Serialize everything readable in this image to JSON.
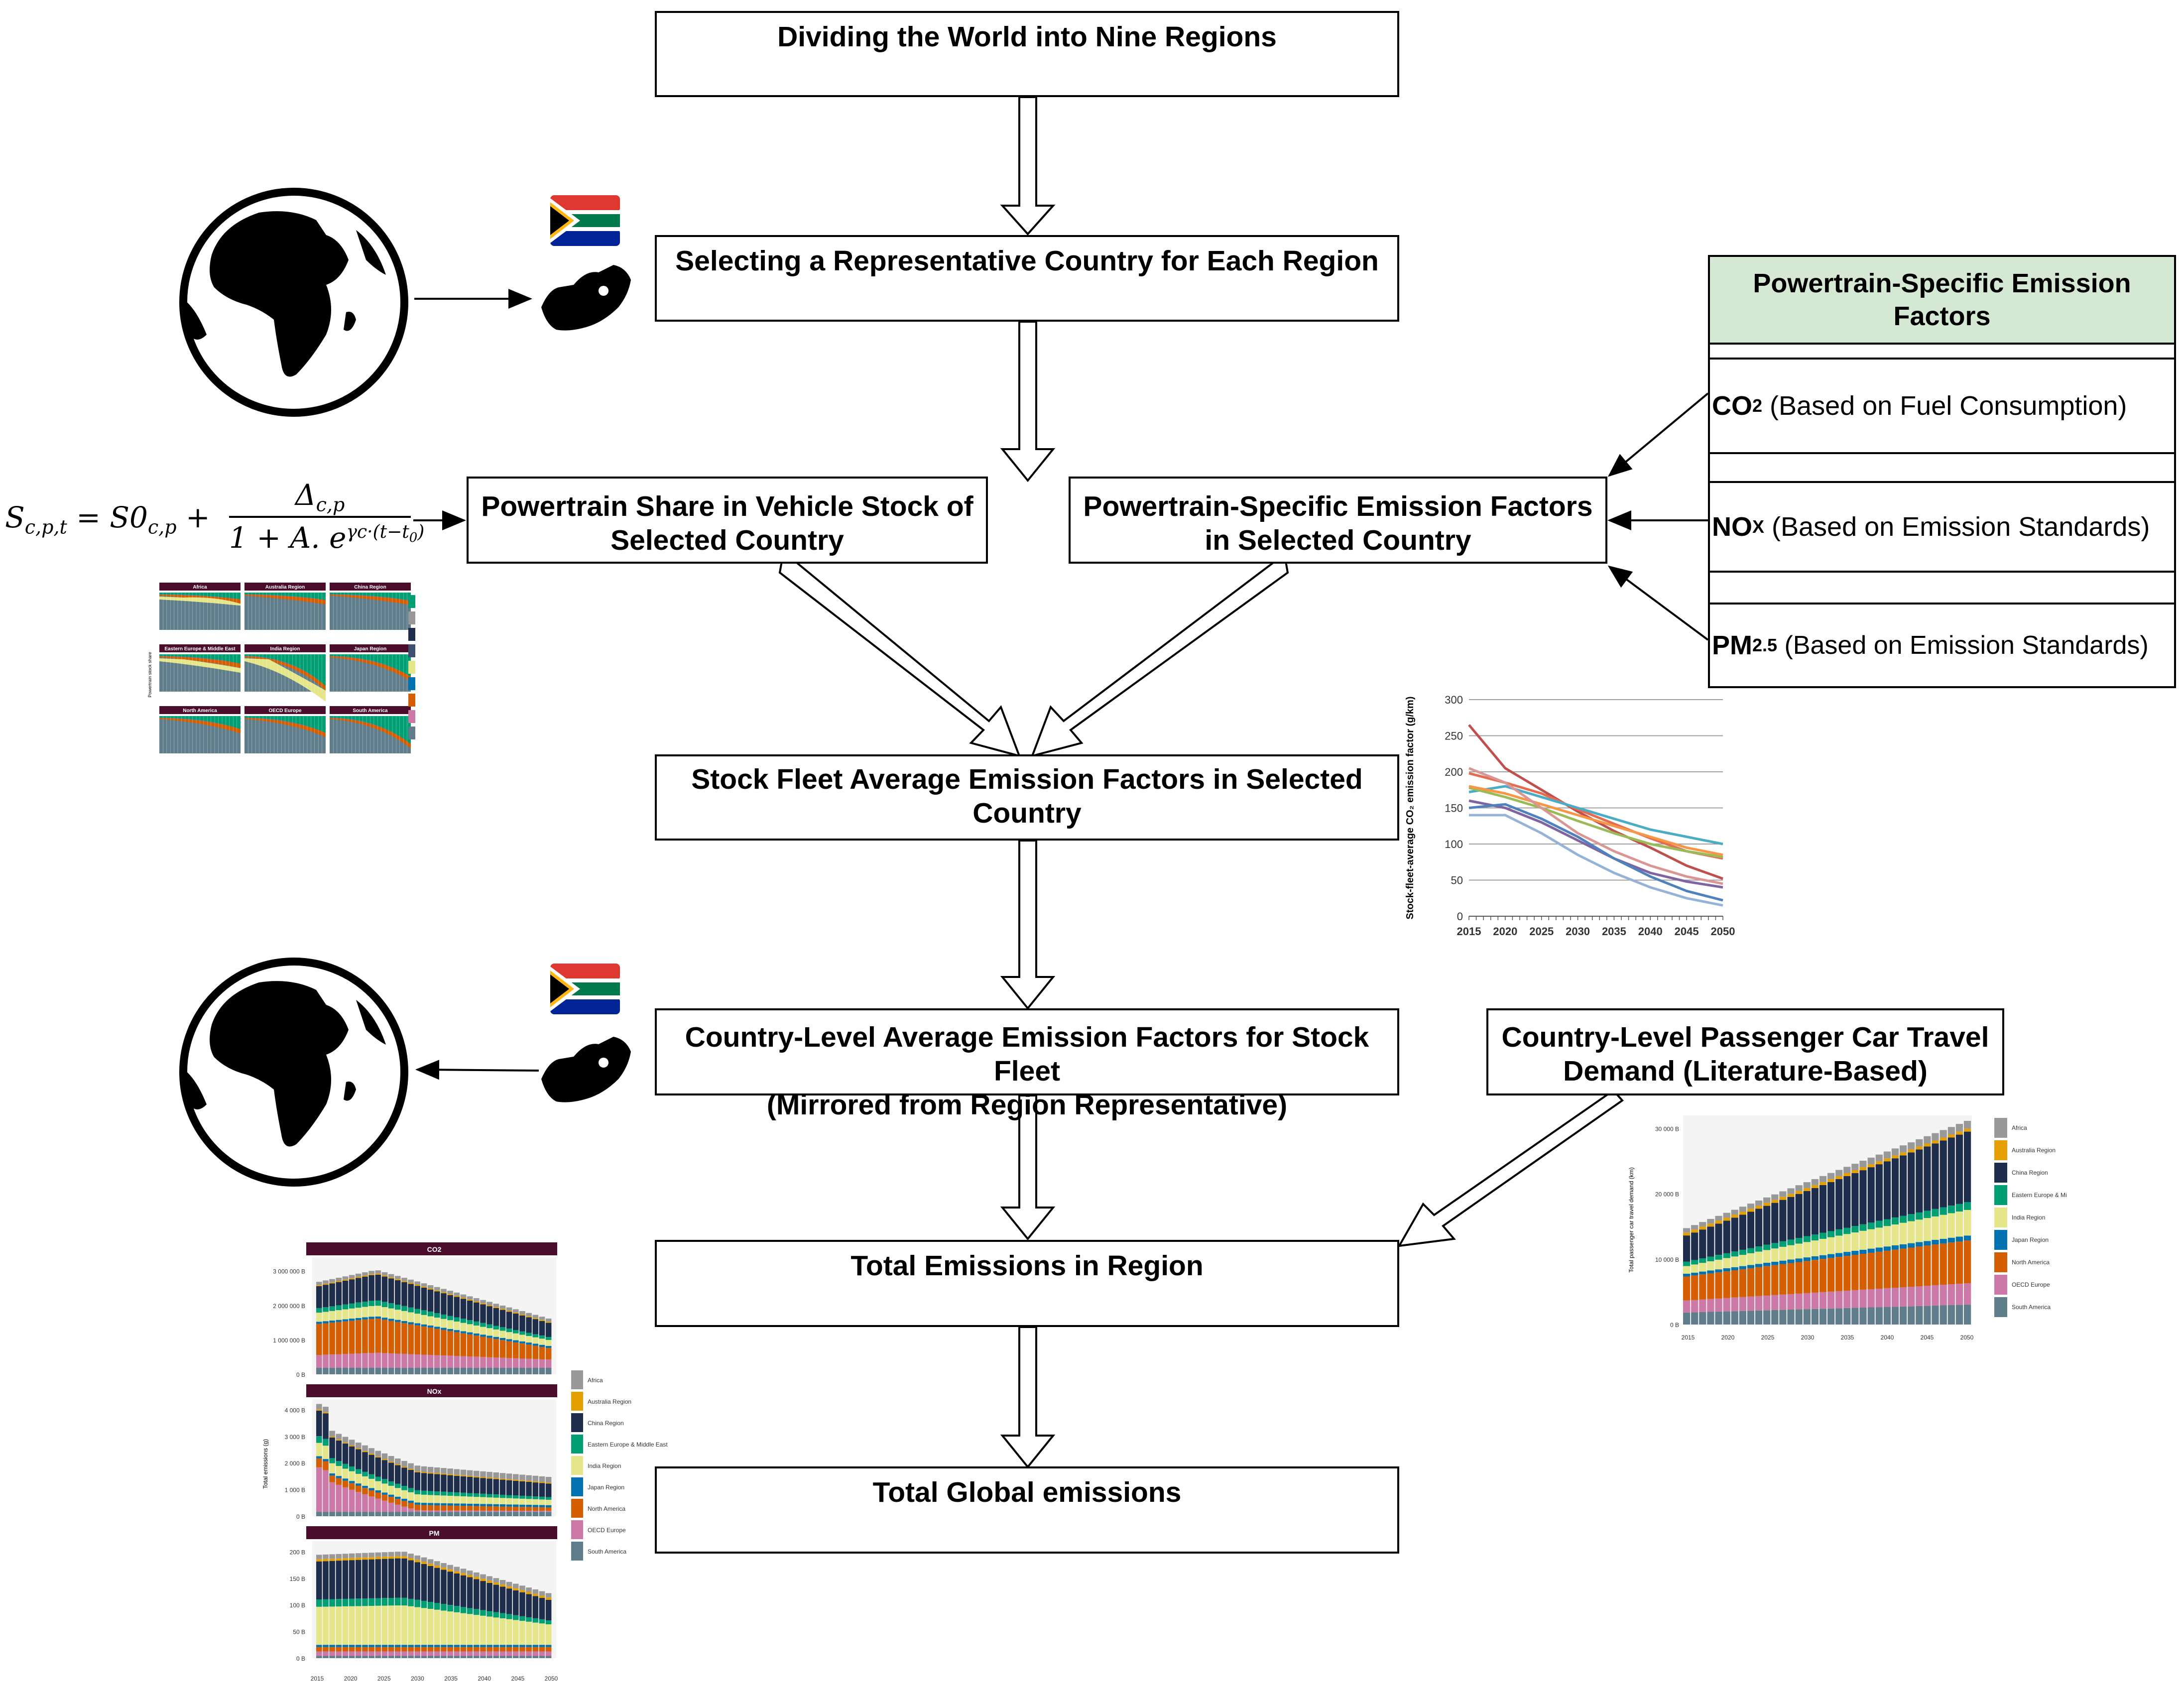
{
  "flow": {
    "step1": "Dividing the World into Nine Regions",
    "step2": "Selecting a Representative Country for Each Region",
    "step3a_line1": "Powertrain Share in Vehicle Stock of",
    "step3a_line2": "Selected Country",
    "step3b_line1": "Powertrain-Specific Emission Factors",
    "step3b_line2": "in Selected Country",
    "step4_line1": "Stock Fleet Average Emission Factors in Selected",
    "step4_line2": "Country",
    "step5_line1": "Country-Level Average Emission Factors for Stock Fleet",
    "step5_line2": "(Mirrored from Region Representative)",
    "travel_line1": "Country-Level Passenger Car Travel",
    "travel_line2": "Demand (Literature-Based)",
    "step6": "Total Emissions in Region",
    "step7": "Total Global emissions"
  },
  "factors_panel": {
    "title_line1": "Powertrain-Specific Emission",
    "title_line2": "Factors",
    "co2_label": "CO",
    "co2_sub": "2",
    "co2_text": " (Based on Fuel Consumption)",
    "nox_label": "NO",
    "nox_sub": "X",
    "nox_text": " (Based on Emission Standards)",
    "pm_label": "PM",
    "pm_sub": "2.5",
    "pm_text": " (Based on Emission Standards)"
  },
  "formula": {
    "lhs": "S",
    "lhs_sub": "c,p,t",
    "eq": " = S0",
    "s0_sub": "c,p",
    "plus": " + ",
    "numerator": "Δ",
    "num_sub": "c,p",
    "denominator": "1 + A. e",
    "exponent": "γ",
    "exp_rest": "c·(t−t",
    "exp_end": "0",
    "exp_close": ")"
  },
  "chart_data": [
    {
      "type": "line",
      "ylabel": "Stock-fleet-average CO₂ emission factor (g/km)",
      "x": [
        2015,
        2020,
        2025,
        2030,
        2035,
        2040,
        2045,
        2050
      ],
      "xticks": [
        "2015",
        "2020",
        "2025",
        "2030",
        "2035",
        "2040",
        "2045",
        "2050"
      ],
      "yticks": [
        "0",
        "50",
        "100",
        "150",
        "200",
        "250",
        "300"
      ],
      "ylim": [
        0,
        300
      ],
      "grid": true,
      "series": [
        {
          "color": "#c0504d",
          "values": [
            265,
            205,
            175,
            145,
            118,
            95,
            70,
            52
          ]
        },
        {
          "color": "#e46c50",
          "values": [
            198,
            185,
            170,
            148,
            128,
            108,
            90,
            80
          ]
        },
        {
          "color": "#4bacc6",
          "values": [
            172,
            180,
            165,
            150,
            135,
            120,
            110,
            100
          ]
        },
        {
          "color": "#9bbb59",
          "values": [
            178,
            165,
            150,
            132,
            115,
            100,
            90,
            82
          ]
        },
        {
          "color": "#f79646",
          "values": [
            180,
            170,
            155,
            140,
            125,
            110,
            95,
            85
          ]
        },
        {
          "color": "#8064a2",
          "values": [
            160,
            150,
            130,
            105,
            80,
            60,
            48,
            40
          ]
        },
        {
          "color": "#4f81bd",
          "values": [
            150,
            155,
            135,
            110,
            80,
            55,
            35,
            22
          ]
        },
        {
          "color": "#95b3d7",
          "values": [
            140,
            140,
            115,
            85,
            60,
            40,
            25,
            15
          ]
        },
        {
          "color": "#d99694",
          "values": [
            205,
            185,
            150,
            115,
            90,
            70,
            55,
            45
          ]
        }
      ]
    },
    {
      "type": "area",
      "ylabel": "Total passenger car travel demand (km)",
      "xticks": [
        "2015",
        "2020",
        "2025",
        "2030",
        "2035",
        "2040",
        "2045",
        "2050"
      ],
      "yticks": [
        "0 B",
        "10 000 B",
        "20 000 B",
        "30 000 B"
      ],
      "legend": [
        "Africa",
        "Australia Region",
        "China Region",
        "Eastern Europe & Middle East",
        "India Region",
        "Japan Region",
        "North America",
        "OECD Europe",
        "South America"
      ],
      "colors": [
        "#999999",
        "#e69f00",
        "#1f2d4d",
        "#009e73",
        "#e5e58a",
        "#0072b2",
        "#d55e00",
        "#cc79a7",
        "#607d8b"
      ]
    },
    {
      "type": "area",
      "ylabel": "Total emissions (g)",
      "panels": [
        {
          "title": "CO2",
          "yticks": [
            "0 B",
            "1 000 000 B",
            "2 000 000 B",
            "3 000 000 B"
          ]
        },
        {
          "title": "NOx",
          "yticks": [
            "0 B",
            "1 000 B",
            "2 000 B",
            "3 000 B",
            "4 000 B"
          ]
        },
        {
          "title": "PM",
          "yticks": [
            "0 B",
            "50 B",
            "100 B",
            "150 B",
            "200 B"
          ]
        }
      ],
      "xticks": [
        "2015",
        "2020",
        "2025",
        "2030",
        "2035",
        "2040",
        "2045",
        "2050"
      ],
      "legend": [
        "Africa",
        "Australia Region",
        "China Region",
        "Eastern Europe & Middle East",
        "India Region",
        "Japan Region",
        "North America",
        "OECD Europe",
        "South America"
      ],
      "colors": [
        "#999999",
        "#e69f00",
        "#1f2d4d",
        "#009e73",
        "#e5e58a",
        "#0072b2",
        "#d55e00",
        "#cc79a7",
        "#607d8b"
      ]
    },
    {
      "type": "area",
      "ylabel": "Powertrain stock share",
      "panels": [
        {
          "title": "Africa"
        },
        {
          "title": "Australia Region"
        },
        {
          "title": "China Region"
        },
        {
          "title": "Eastern Europe & Middle East"
        },
        {
          "title": "India Region"
        },
        {
          "title": "Japan Region"
        },
        {
          "title": "North America"
        },
        {
          "title": "OECD Europe"
        },
        {
          "title": "South America"
        }
      ],
      "colors": [
        "#009e73",
        "#999999",
        "#1f2d4d",
        "#3d4f6e",
        "#e5e58a",
        "#0072b2",
        "#d55e00",
        "#cc79a7",
        "#607d8b"
      ]
    }
  ]
}
